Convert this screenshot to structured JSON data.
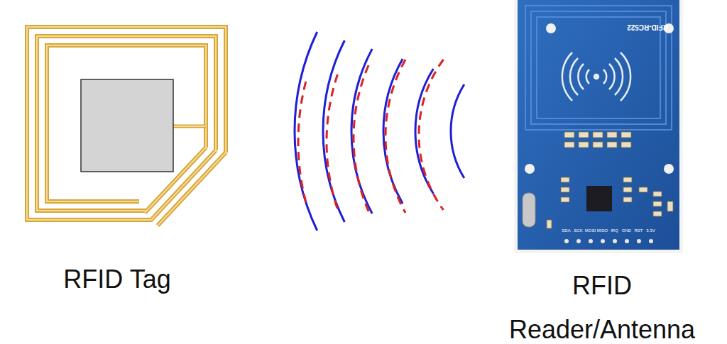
{
  "diagram": {
    "labels": [
      "RFID Tag",
      "RFID Reader/Antenna",
      "RFID-RC522",
      "SDA",
      "SCK",
      "MOSI",
      "MISO",
      "IRQ",
      "GND",
      "RST",
      "3.3V"
    ]
  }
}
